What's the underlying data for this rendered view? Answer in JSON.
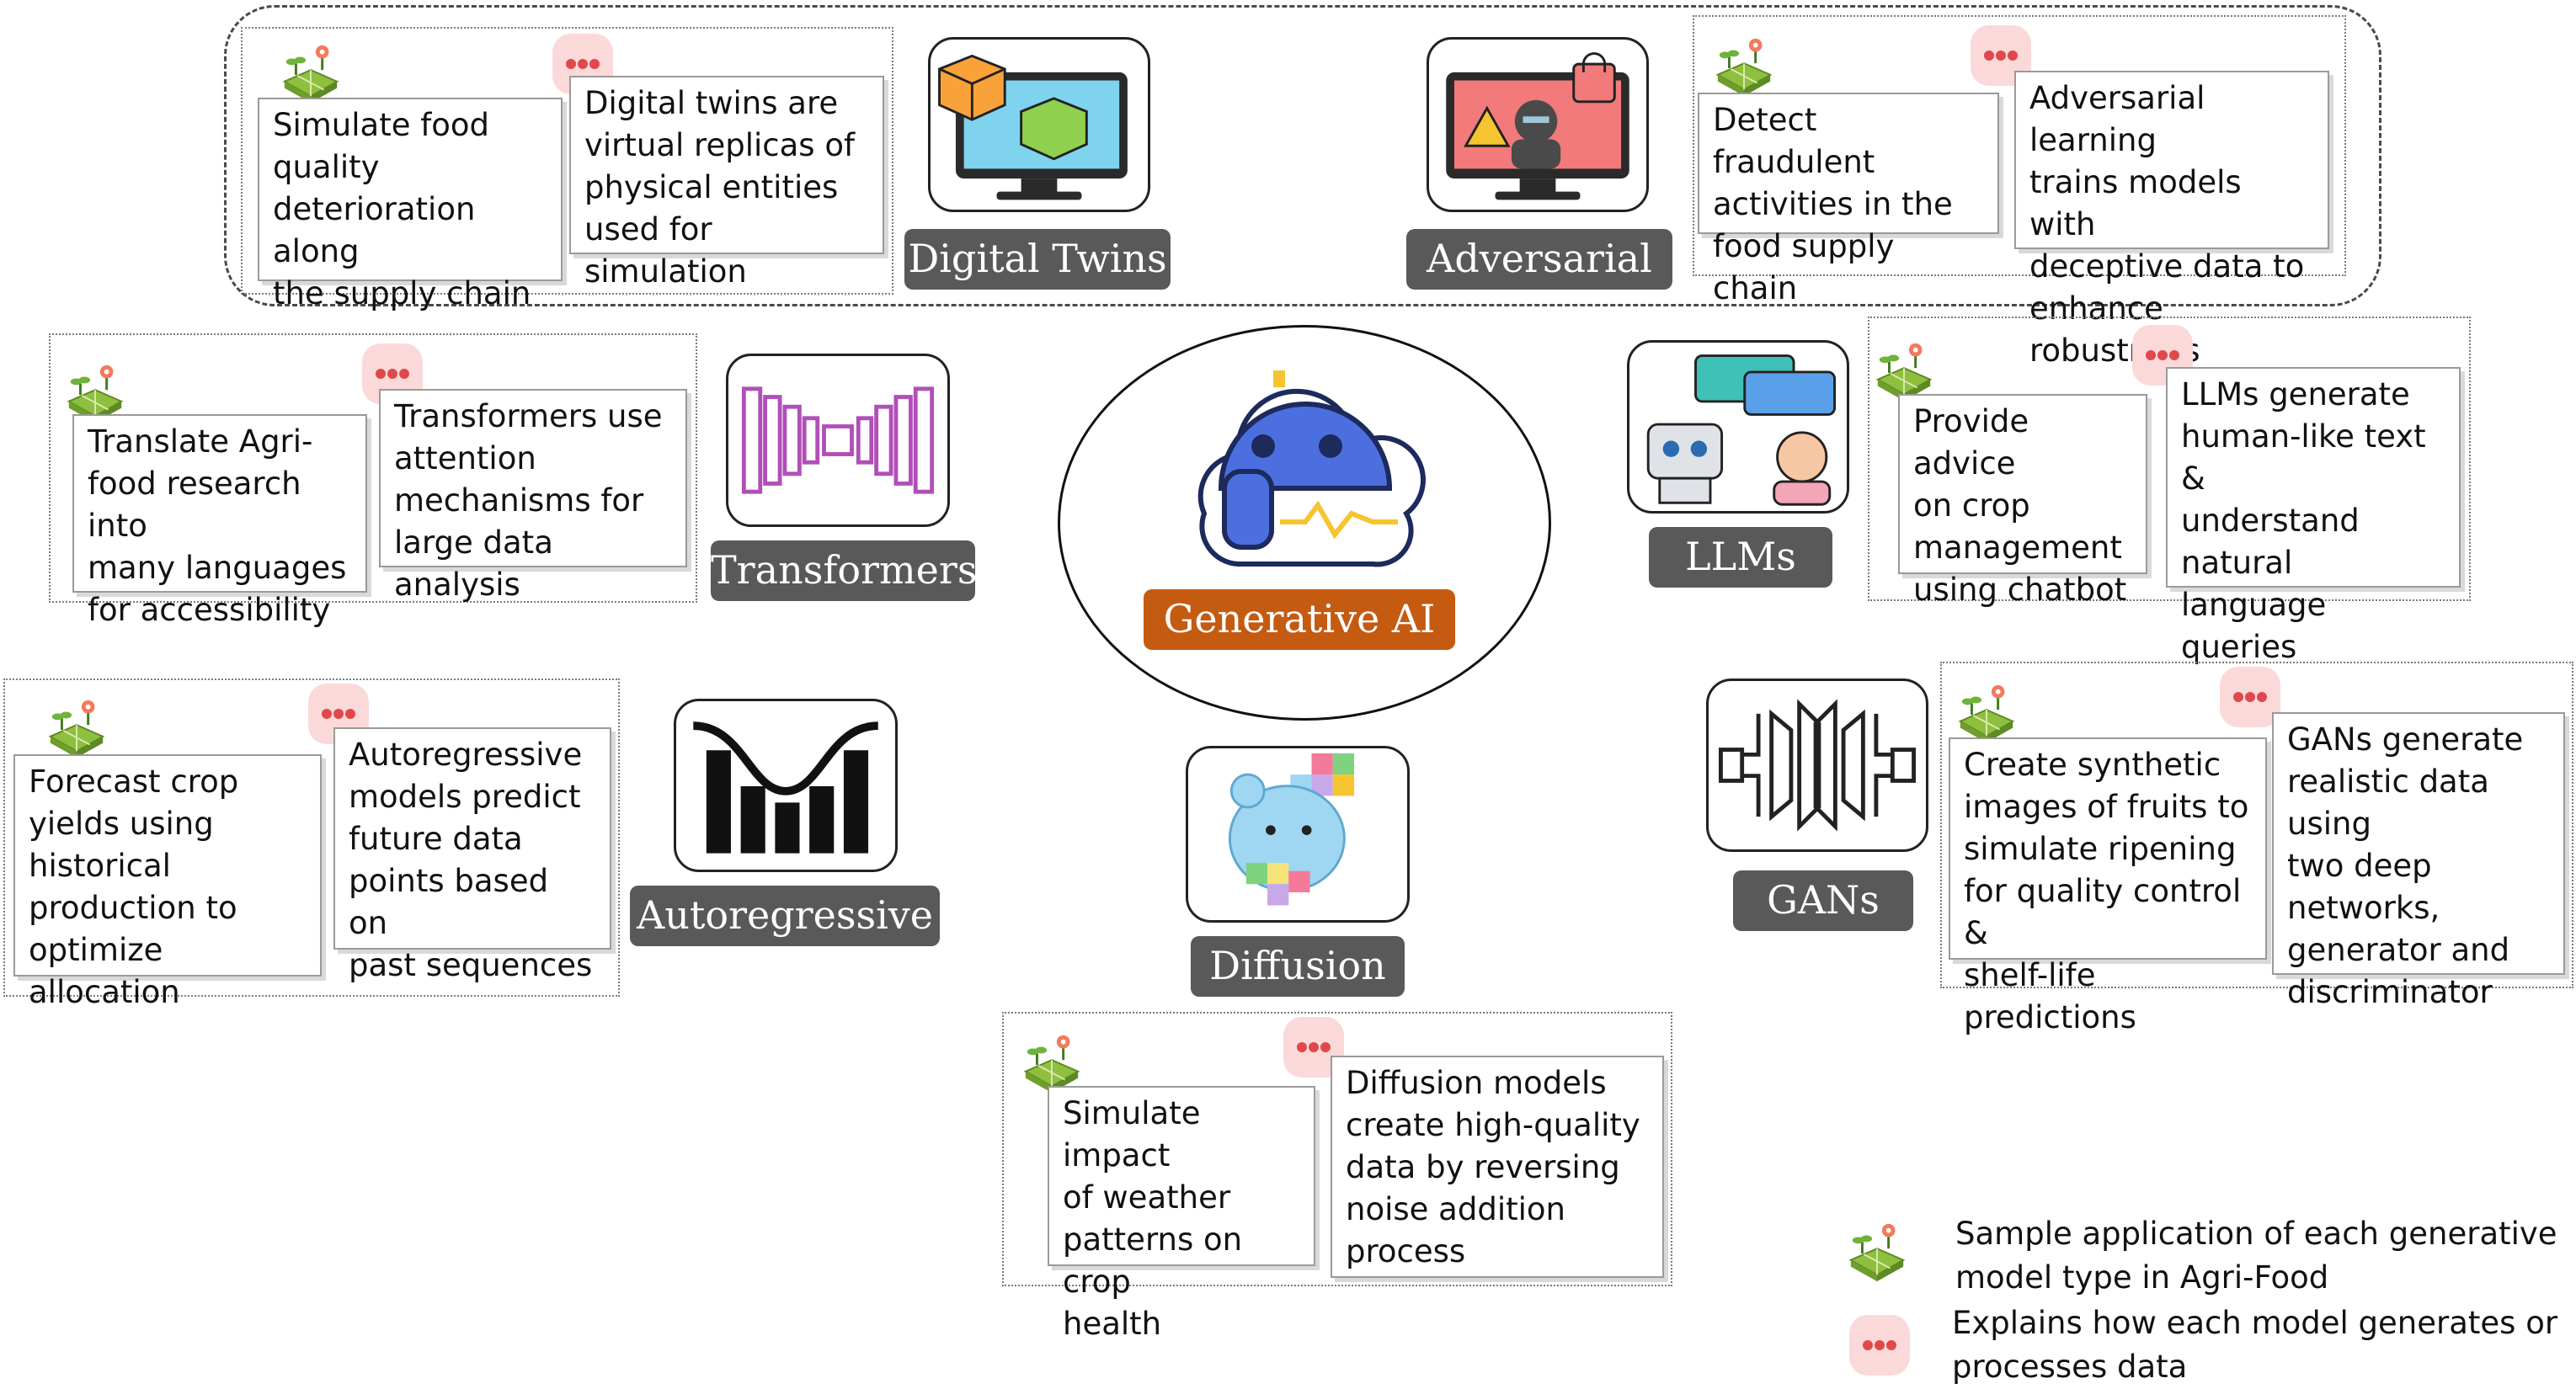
{
  "center": {
    "label": "Generative AI"
  },
  "models": {
    "digital_twins": {
      "label": "Digital Twins",
      "application": "Simulate food\nquality\ndeterioration along\nthe supply chain",
      "explanation": "Digital twins are\nvirtual replicas of\nphysical entities\nused  for simulation"
    },
    "adversarial": {
      "label": "Adversarial",
      "application": "Detect fraudulent\nactivities in the\nfood supply chain",
      "explanation": "Adversarial learning\ntrains models with\ndeceptive data to\nenhance robustness"
    },
    "transformers": {
      "label": "Transformers",
      "application": "Translate Agri-\nfood research into\nmany languages\nfor accessibility",
      "explanation": "Transformers use\nattention\nmechanisms for\nlarge data analysis"
    },
    "llms": {
      "label": "LLMs",
      "application": "Provide advice\non crop\nmanagement\nusing chatbot",
      "explanation": "LLMs generate\nhuman-like text &\nunderstand\nnatural language\nqueries"
    },
    "autoregressive": {
      "label": "Autoregressive",
      "application": "Forecast  crop\nyields using\nhistorical\nproduction to\noptimize allocation",
      "explanation": "Autoregressive\nmodels predict\nfuture data\npoints based on\npast sequences"
    },
    "diffusion": {
      "label": "Diffusion",
      "application": "Simulate impact\nof weather\npatterns on crop\nhealth",
      "explanation": "Diffusion models\ncreate high-quality\ndata by reversing\nnoise addition\nprocess"
    },
    "gans": {
      "label": "GANs",
      "application": "Create synthetic\nimages of fruits to\nsimulate ripening\nfor quality control &\nshelf-life predictions",
      "explanation": "GANs generate\nrealistic data using\ntwo deep\nnetworks,\ngenerator and\ndiscriminator"
    }
  },
  "legend": {
    "application": "Sample application of each generative\nmodel type in Agri-Food",
    "explanation": "Explains how each model generates or\nprocesses data"
  },
  "colors": {
    "label_gray": "#595959",
    "center_orange": "#c55a11",
    "bubble_pink": "#fbd9d9",
    "plant_green": "#8fbf3f"
  },
  "icons": {
    "application": "plant-field-icon",
    "explanation": "chat-bubble-icon",
    "digital_twins": "monitor-cube-icon",
    "adversarial": "hacker-warning-icon",
    "transformers": "transformer-network-icon",
    "llms": "chatbot-user-icon",
    "autoregressive": "bar-curve-icon",
    "diffusion": "bear-noise-icon",
    "gans": "gan-network-icon",
    "center": "robot-cloud-icon"
  }
}
